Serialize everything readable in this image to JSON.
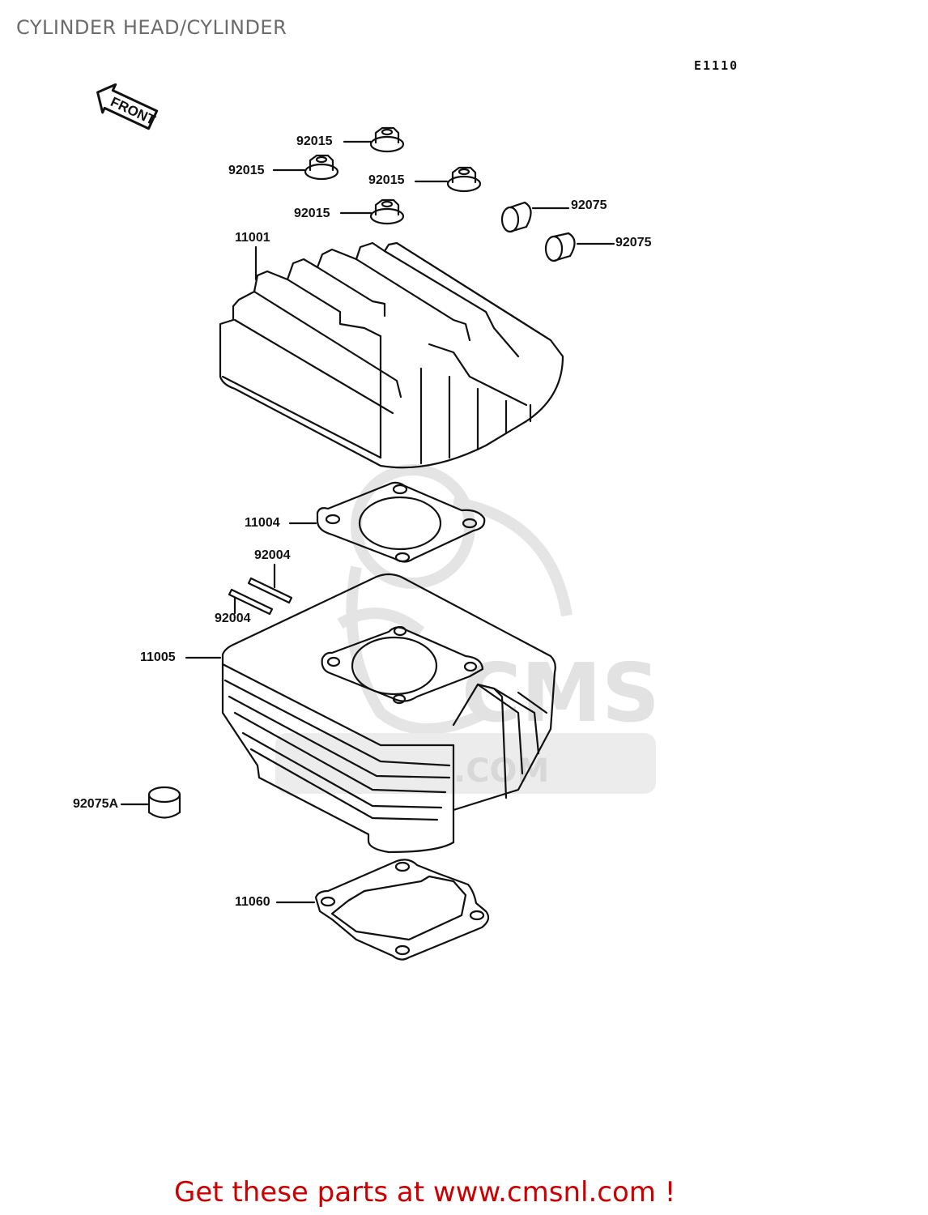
{
  "page": {
    "title": "CYLINDER HEAD/CYLINDER",
    "diagram_code": "E1110",
    "footer": "Get these parts at www.cmsnl.com !",
    "front_indicator": "FRONT",
    "watermark": "CMS .COM",
    "colors": {
      "title": "#6b6b6b",
      "footer": "#cc0000",
      "line": "#111111",
      "watermark": "#e2e2e2"
    }
  },
  "parts": [
    {
      "id": "nut-1",
      "number": "92015",
      "name": "flange nut"
    },
    {
      "id": "nut-2",
      "number": "92015",
      "name": "flange nut"
    },
    {
      "id": "nut-3",
      "number": "92015",
      "name": "flange nut"
    },
    {
      "id": "nut-4",
      "number": "92015",
      "name": "flange nut"
    },
    {
      "id": "dowel-1",
      "number": "92075",
      "name": "collar"
    },
    {
      "id": "dowel-2",
      "number": "92075",
      "name": "collar"
    },
    {
      "id": "head",
      "number": "11001",
      "name": "cylinder head"
    },
    {
      "id": "head-gasket",
      "number": "11004",
      "name": "head gasket"
    },
    {
      "id": "stud-1",
      "number": "92004",
      "name": "stud"
    },
    {
      "id": "stud-2",
      "number": "92004",
      "name": "stud"
    },
    {
      "id": "cylinder",
      "number": "11005",
      "name": "cylinder"
    },
    {
      "id": "filter",
      "number": "92075A",
      "name": "collar"
    },
    {
      "id": "base-gasket",
      "number": "11060",
      "name": "base gasket"
    }
  ]
}
